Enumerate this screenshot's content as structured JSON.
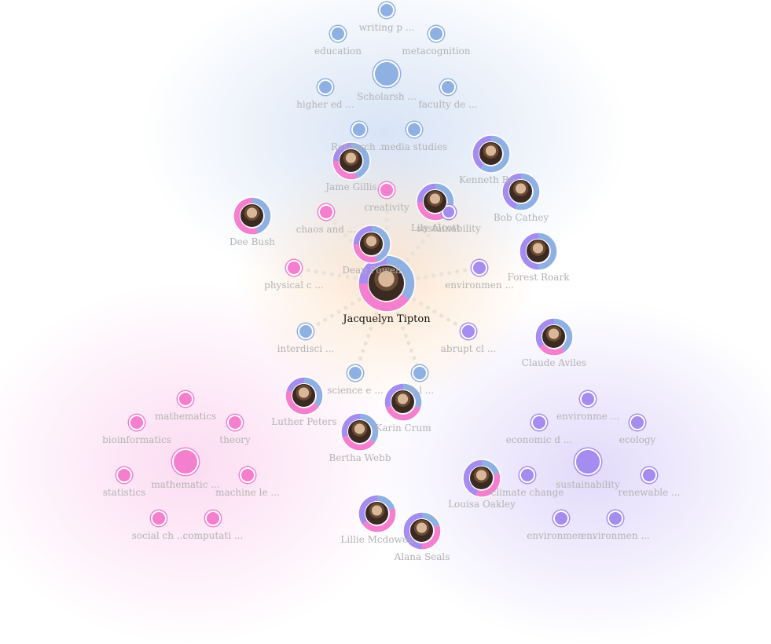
{
  "colors": {
    "blue": "#8fb0e3",
    "pink": "#f47fcf",
    "purple": "#a48cf0",
    "orange_glow": "#fbd3a6",
    "dotted_link": "#e9e2d8",
    "label_muted": "#b3b3b3",
    "label_main": "#111111"
  },
  "focus": {
    "name": "Jacquelyn Tipton"
  },
  "topics": [
    {
      "label": "writing p ...",
      "color": "blue"
    },
    {
      "label": "education",
      "color": "blue"
    },
    {
      "label": "metacognition",
      "color": "blue"
    },
    {
      "label": "Scholarsh ...",
      "color": "blue"
    },
    {
      "label": "higher ed ...",
      "color": "blue"
    },
    {
      "label": "faculty de ...",
      "color": "blue"
    },
    {
      "label": "Research ...",
      "color": "blue"
    },
    {
      "label": "media studies",
      "color": "blue"
    },
    {
      "label": "creativity",
      "color": "pink"
    },
    {
      "label": "chaos and ...",
      "color": "pink"
    },
    {
      "label": "sustainability",
      "color": "purple"
    },
    {
      "label": "physical c ...",
      "color": "pink"
    },
    {
      "label": "environmen ...",
      "color": "purple"
    },
    {
      "label": "interdisci ...",
      "color": "blue"
    },
    {
      "label": "abrupt cl ...",
      "color": "purple"
    },
    {
      "label": "science e ...",
      "color": "blue"
    },
    {
      "label": "ce l ...",
      "color": "blue"
    },
    {
      "label": "mathematics",
      "color": "pink"
    },
    {
      "label": "bioinformatics",
      "color": "pink"
    },
    {
      "label": "theory",
      "color": "pink"
    },
    {
      "label": "mathematic ...",
      "color": "pink"
    },
    {
      "label": "statistics",
      "color": "pink"
    },
    {
      "label": "machine le ...",
      "color": "pink"
    },
    {
      "label": "social ch ...",
      "color": "pink"
    },
    {
      "label": "computati ...",
      "color": "pink"
    },
    {
      "label": "environme ...",
      "color": "purple"
    },
    {
      "label": "economic d ...",
      "color": "purple"
    },
    {
      "label": "ecology",
      "color": "purple"
    },
    {
      "label": "sustainability",
      "color": "purple"
    },
    {
      "label": "climate change",
      "color": "purple"
    },
    {
      "label": "renewable ...",
      "color": "purple"
    },
    {
      "label": "environmen ...",
      "color": "purple"
    },
    {
      "label": "environmen ...",
      "color": "purple"
    }
  ],
  "people": [
    {
      "name": "Jacquelyn Tipton",
      "share": [
        0.35,
        0.4,
        0.25
      ]
    },
    {
      "name": "Jame Gillis",
      "share": [
        0.45,
        0.3,
        0.25
      ]
    },
    {
      "name": "Kenneth Be...",
      "share": [
        0.6,
        0.0,
        0.4
      ]
    },
    {
      "name": "Bob Cathey",
      "share": [
        0.55,
        0.0,
        0.45
      ]
    },
    {
      "name": "Lily Alcott",
      "share": [
        0.4,
        0.35,
        0.25
      ]
    },
    {
      "name": "Dee Bush",
      "share": [
        0.45,
        0.55,
        0.0
      ]
    },
    {
      "name": "Dean Powell",
      "share": [
        0.45,
        0.3,
        0.25
      ]
    },
    {
      "name": "Forest Roark",
      "share": [
        0.5,
        0.0,
        0.5
      ]
    },
    {
      "name": "Claude Aviles",
      "share": [
        0.4,
        0.25,
        0.35
      ]
    },
    {
      "name": "Luther Peters",
      "share": [
        0.35,
        0.45,
        0.2
      ]
    },
    {
      "name": "Karin Crum",
      "share": [
        0.3,
        0.4,
        0.3
      ]
    },
    {
      "name": "Bertha Webb",
      "share": [
        0.35,
        0.35,
        0.3
      ]
    },
    {
      "name": "Louisa Oakley",
      "share": [
        0.2,
        0.35,
        0.45
      ]
    },
    {
      "name": "Lillie Mcdowell",
      "share": [
        0.2,
        0.45,
        0.35
      ]
    },
    {
      "name": "Alana Seals",
      "share": [
        0.2,
        0.3,
        0.5
      ]
    }
  ]
}
